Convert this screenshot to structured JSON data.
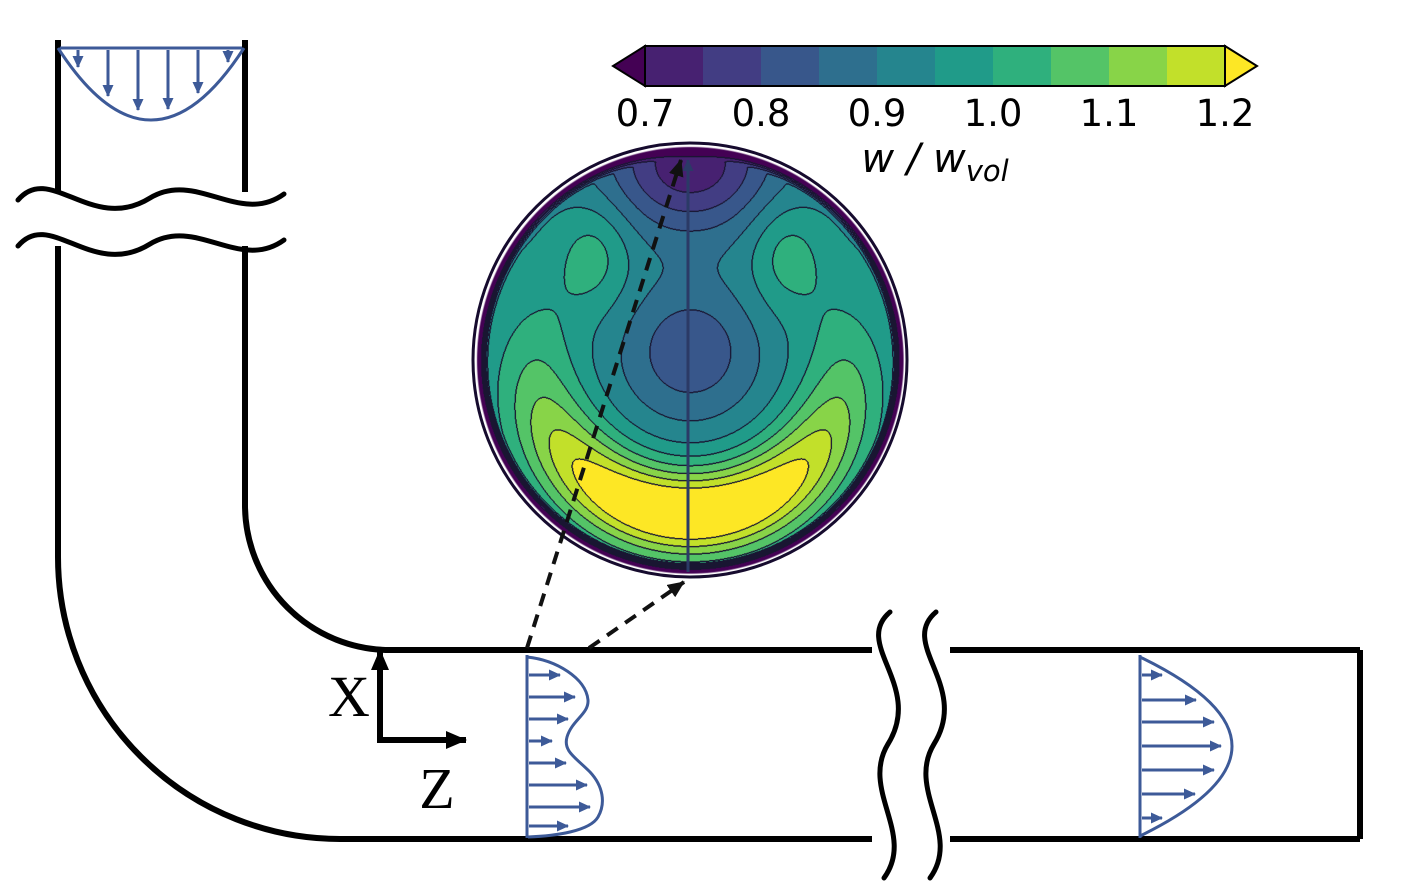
{
  "figure": {
    "colorbar": {
      "ticks": [
        "0.7",
        "0.8",
        "0.9",
        "1.0",
        "1.1",
        "1.2"
      ],
      "label_main": "w / w",
      "label_sub": "vol",
      "min_color": "#440154",
      "max_color": "#fde725"
    },
    "axes": {
      "x_label": "X",
      "z_label": "Z"
    },
    "colors": {
      "pipe_outline": "#000000",
      "profile_blue": "#3d5a98",
      "sample_line_blue": "#2b3a66",
      "dashed_connector": "#111111",
      "contour_line": "#191632"
    }
  },
  "chart_data": {
    "type": "heatmap",
    "title": "",
    "variable": "w / w_vol",
    "colormap": "viridis",
    "colormap_anchors": [
      "#440154",
      "#482878",
      "#3e4989",
      "#31688e",
      "#26828e",
      "#1f9e89",
      "#35b779",
      "#6ece58",
      "#b5de2b",
      "#fde725"
    ],
    "levels": [
      0.7,
      0.75,
      0.8,
      0.85,
      0.9,
      0.95,
      1.0,
      1.05,
      1.1,
      1.15,
      1.2
    ],
    "colorbar_ticks": [
      0.7,
      0.8,
      0.9,
      1.0,
      1.1,
      1.2
    ],
    "range": [
      0.7,
      1.2
    ],
    "legend_position": "top",
    "description": "Contours of normalized streamwise velocity w/w_vol over a circular pipe cross-section downstream of a 90-degree bend: high-velocity crescent (>1.2) near the outer (bottom) wall, green side lobes (~1.0-1.1) wrapping up the walls, and a low-velocity blue core (~0.75-0.85) near the center toward the inner (top) wall, with a thin purple (~0.7) wall layer."
  }
}
